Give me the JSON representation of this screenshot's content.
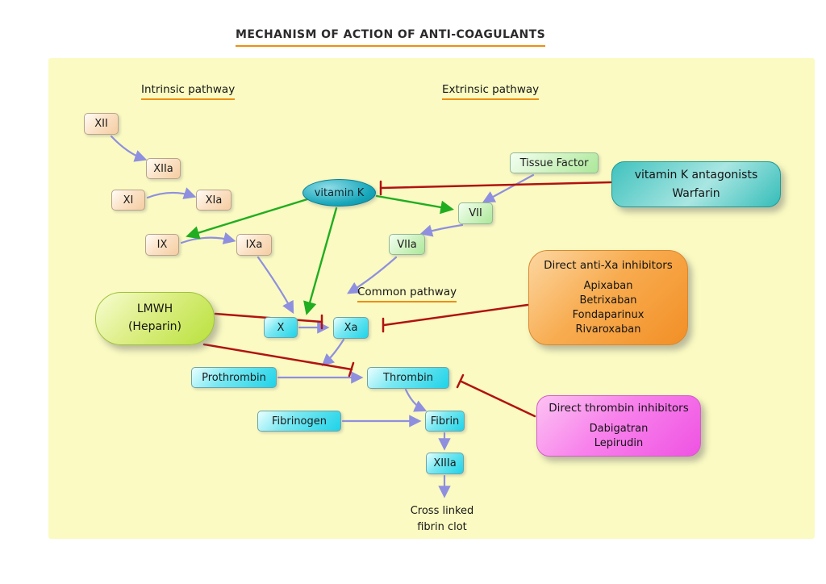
{
  "title": "MECHANISM OF ACTION OF ANTI-COAGULANTS",
  "pathways": {
    "intrinsic": "Intrinsic pathway",
    "extrinsic": "Extrinsic pathway",
    "common": "Common pathway"
  },
  "nodes": {
    "xii": "XII",
    "xiia": "XIIa",
    "xi": "XI",
    "xia": "XIa",
    "ix": "IX",
    "ixa": "IXa",
    "vitamin_k": "vitamin K",
    "tissue_factor": "Tissue Factor",
    "vii": "VII",
    "viia": "VIIa",
    "x": "X",
    "xa": "Xa",
    "prothrombin": "Prothrombin",
    "thrombin": "Thrombin",
    "fibrinogen": "Fibrinogen",
    "fibrin": "Fibrin",
    "xiiia": "XIIIa",
    "cross_linked_line1": "Cross linked",
    "cross_linked_line2": "fibrin clot"
  },
  "drug_boxes": {
    "lmwh": {
      "line1": "LMWH",
      "line2": "(Heparin)"
    },
    "vitamin_k_antagonists": {
      "title": "vitamin K antagonists",
      "drugs": [
        "Warfarin"
      ]
    },
    "anti_xa": {
      "title": "Direct anti-Xa inhibitors",
      "drugs": [
        "Apixaban",
        "Betrixaban",
        "Fondaparinux",
        "Rivaroxaban"
      ]
    },
    "direct_thrombin": {
      "title": "Direct thrombin inhibitors",
      "drugs": [
        "Dabigatran",
        "Lepirudin"
      ]
    }
  },
  "colors": {
    "panel_background": "#fafac2",
    "underline_orange": "#ee8e12",
    "activation_arrow_purple": "#8f8fe0",
    "vitamin_k_arrow_green": "#21ad21",
    "inhibition_red": "#b11212",
    "factor_box_cyan": "#1ed3e8",
    "intrinsic_box_peach": "#f5cda2",
    "extrinsic_box_green": "#abe89a",
    "lmwh_green": "#b9e13c",
    "warfarin_teal": "#35bdb9",
    "anti_xa_orange": "#f28f26",
    "thrombin_inhibitor_magenta": "#ef53e2"
  }
}
